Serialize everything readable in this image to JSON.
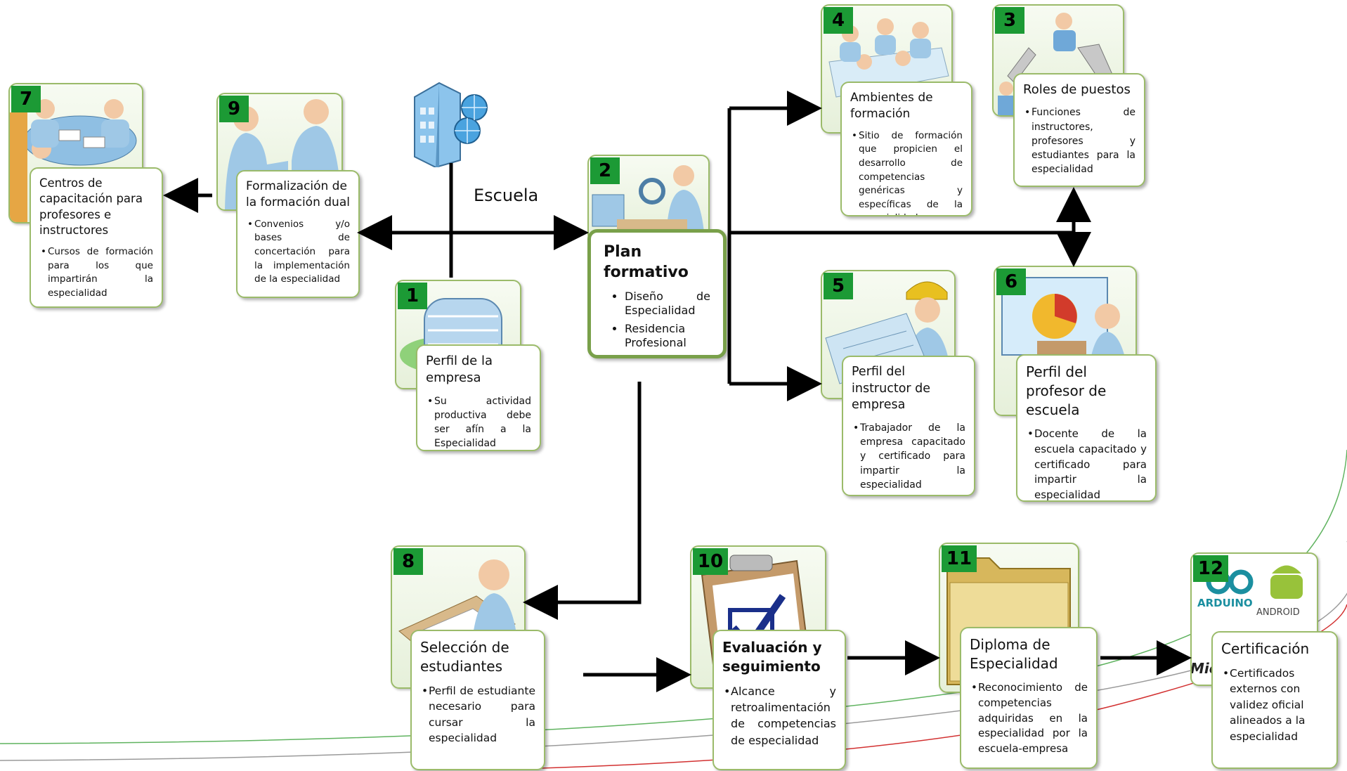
{
  "school": {
    "label": "Escuela"
  },
  "plan": {
    "number": "2",
    "title": "Plan formativo",
    "items": [
      "Diseño de Especialidad",
      "Residencia Profesional"
    ]
  },
  "nodes": [
    {
      "number": "1",
      "title": "Perfil de la empresa",
      "items": [
        "Su actividad productiva debe ser afín a la Especialidad"
      ]
    },
    {
      "number": "3",
      "title": "Roles de puestos",
      "items": [
        "Funciones de instructores, profesores y estudiantes para la especialidad"
      ]
    },
    {
      "number": "4",
      "title": "Ambientes de formación",
      "items": [
        "Sitio de formación que propicien el desarrollo de competencias genéricas y específicas de la especialidad"
      ]
    },
    {
      "number": "5",
      "title": "Perfil del instructor de empresa",
      "items": [
        "Trabajador de la empresa capacitado y certificado para impartir la especialidad"
      ]
    },
    {
      "number": "6",
      "title": "Perfil del profesor de escuela",
      "items": [
        "Docente de la escuela capacitado y certificado para impartir la especialidad"
      ]
    },
    {
      "number": "7",
      "title": "Centros de capacitación para profesores e instructores",
      "items": [
        "Cursos de formación para los que impartirán la especialidad"
      ]
    },
    {
      "number": "8",
      "title": "Selección de estudiantes",
      "items": [
        "Perfil de estudiante necesario para cursar la especialidad"
      ]
    },
    {
      "number": "9",
      "title": "Formalización de la formación dual",
      "items": [
        "Convenios y/o bases de concertación para la implementación de la especialidad"
      ]
    },
    {
      "number": "10",
      "title": "Evaluación y seguimiento",
      "items": [
        "Alcance y retroalimentación de competencias de especialidad"
      ]
    },
    {
      "number": "11",
      "title": "Diploma de Especialidad",
      "items": [
        "Reconocimiento de competencias adquiridas en la especialidad por la escuela-empresa"
      ]
    },
    {
      "number": "12",
      "title": "Certificación",
      "items": [
        "Certificados externos con validez oficial alineados a la especialidad"
      ]
    }
  ],
  "logos": {
    "arduino": "ARDUINO",
    "android": "ANDROID",
    "microsoft": "Mic"
  },
  "icons": [
    "building-globe-icon",
    "office-building-icon",
    "workshop-icon",
    "meeting-icon",
    "roles-icon",
    "engineer-blueprint-icon",
    "presentation-icon",
    "conference-table-icon",
    "handshake-icon",
    "writing-student-icon",
    "clipboard-check-icon",
    "folder-icon"
  ],
  "colors": {
    "accent_green": "#1c9a35",
    "card_border": "#9bbb6a",
    "plan_border": "#79a04a",
    "arrow": "#000000"
  }
}
